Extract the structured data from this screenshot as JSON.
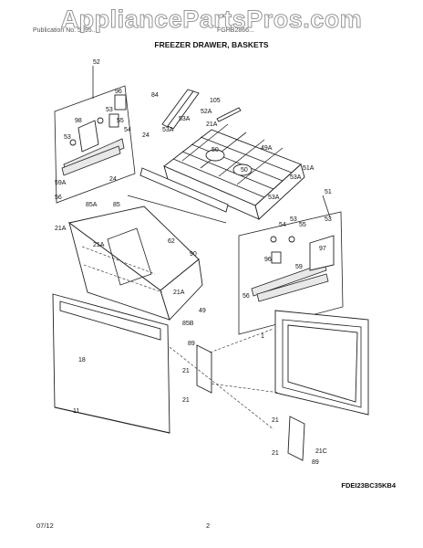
{
  "watermark": "AppliancePartsPros.com",
  "header": {
    "left": "Publication No. 5995...",
    "right": "FGHB2866...",
    "title": "FREEZER DRAWER, BASKETS"
  },
  "model": "FDEI23BC35KB4",
  "footer": {
    "date": "07/12",
    "page": "2"
  },
  "callouts": [
    {
      "key": "c52",
      "text": "52"
    },
    {
      "key": "c96a",
      "text": "96"
    },
    {
      "key": "c53a",
      "text": "53"
    },
    {
      "key": "c98",
      "text": "98"
    },
    {
      "key": "c55a",
      "text": "55"
    },
    {
      "key": "c53b",
      "text": "53"
    },
    {
      "key": "c54a",
      "text": "54"
    },
    {
      "key": "c59a",
      "text": "59A"
    },
    {
      "key": "c56a",
      "text": "56"
    },
    {
      "key": "c84",
      "text": "84"
    },
    {
      "key": "c105",
      "text": "105"
    },
    {
      "key": "c52a",
      "text": "52A"
    },
    {
      "key": "c53a1",
      "text": "53A"
    },
    {
      "key": "c21a1",
      "text": "21A"
    },
    {
      "key": "c53a2",
      "text": "53A"
    },
    {
      "key": "c24a",
      "text": "24"
    },
    {
      "key": "c49a",
      "text": "49A"
    },
    {
      "key": "c50a",
      "text": "50"
    },
    {
      "key": "c50b",
      "text": "50"
    },
    {
      "key": "c51a",
      "text": "51A"
    },
    {
      "key": "c53a3",
      "text": "53A"
    },
    {
      "key": "c53a4",
      "text": "53A"
    },
    {
      "key": "c24b",
      "text": "24"
    },
    {
      "key": "c85a",
      "text": "85A"
    },
    {
      "key": "c85",
      "text": "85"
    },
    {
      "key": "c21a2",
      "text": "21A"
    },
    {
      "key": "c21a3",
      "text": "21A"
    },
    {
      "key": "c62",
      "text": "62"
    },
    {
      "key": "c90",
      "text": "90"
    },
    {
      "key": "c51",
      "text": "51"
    },
    {
      "key": "c53c",
      "text": "53"
    },
    {
      "key": "c53d",
      "text": "53"
    },
    {
      "key": "c54b",
      "text": "54"
    },
    {
      "key": "c55b",
      "text": "55"
    },
    {
      "key": "c96b",
      "text": "96"
    },
    {
      "key": "c97",
      "text": "97"
    },
    {
      "key": "c59",
      "text": "59"
    },
    {
      "key": "c56b",
      "text": "56"
    },
    {
      "key": "c21a4",
      "text": "21A"
    },
    {
      "key": "c49",
      "text": "49"
    },
    {
      "key": "c85b",
      "text": "85B"
    },
    {
      "key": "c1",
      "text": "1"
    },
    {
      "key": "c18",
      "text": "18"
    },
    {
      "key": "c11",
      "text": "11"
    },
    {
      "key": "c89a",
      "text": "89"
    },
    {
      "key": "c21b",
      "text": "21"
    },
    {
      "key": "c21c",
      "text": "21"
    },
    {
      "key": "c21d",
      "text": "21"
    },
    {
      "key": "c21e",
      "text": "21"
    },
    {
      "key": "c89b",
      "text": "89"
    },
    {
      "key": "c21f",
      "text": "21C"
    }
  ]
}
